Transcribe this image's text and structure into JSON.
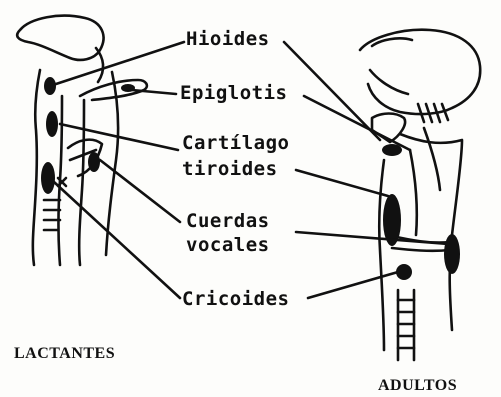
{
  "labels": {
    "hioides": "Hioides",
    "epiglotis": "Epiglotis",
    "cartilago_line1": "Cartílago",
    "cartilago_line2": "tiroides",
    "cuerdas_line1": "Cuerdas",
    "cuerdas_line2": "vocales",
    "cricoides": "Cricoides"
  },
  "groups": {
    "infant": "LACTANTES",
    "adult": "ADULTOS"
  },
  "colors": {
    "ink": "#111111",
    "paper": "#fdfdfb"
  }
}
